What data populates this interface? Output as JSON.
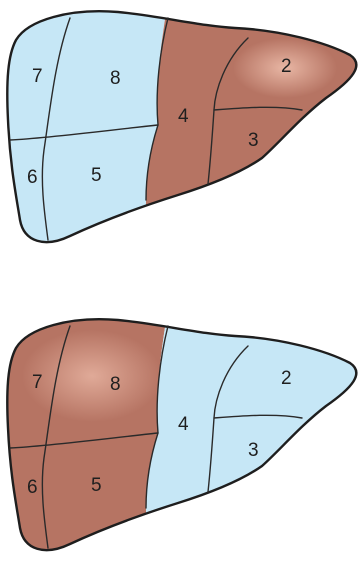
{
  "colors": {
    "blue": "#c6e7f6",
    "red": "#b67463",
    "red_highlight": "#e5b1a0",
    "outline": "#1e1e1e"
  },
  "diagrams": [
    {
      "segments": [
        {
          "label": "7",
          "color": "blue"
        },
        {
          "label": "8",
          "color": "blue"
        },
        {
          "label": "6",
          "color": "blue"
        },
        {
          "label": "5",
          "color": "blue"
        },
        {
          "label": "4",
          "color": "red"
        },
        {
          "label": "2",
          "color": "red"
        },
        {
          "label": "3",
          "color": "red"
        }
      ]
    },
    {
      "segments": [
        {
          "label": "7",
          "color": "red"
        },
        {
          "label": "8",
          "color": "red"
        },
        {
          "label": "6",
          "color": "red"
        },
        {
          "label": "5",
          "color": "red"
        },
        {
          "label": "4",
          "color": "blue"
        },
        {
          "label": "2",
          "color": "blue"
        },
        {
          "label": "3",
          "color": "blue"
        }
      ]
    }
  ]
}
